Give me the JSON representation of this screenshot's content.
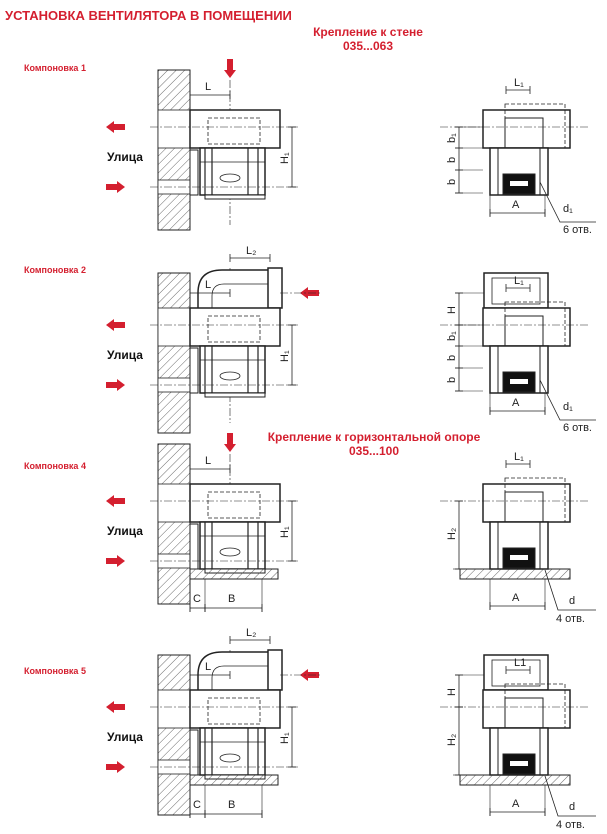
{
  "title": "УСТАНОВКА ВЕНТИЛЯТОРА В ПОМЕЩЕНИИ",
  "mounting": {
    "wall": {
      "title": "Крепление к стене",
      "range": "035...063"
    },
    "support": {
      "title": "Крепление к горизонтальной опоре",
      "range": "035...100"
    }
  },
  "colors": {
    "accent": "#d41f2f",
    "line": "#222222"
  },
  "sections": [
    {
      "label": "Компоновка 1",
      "street": "Улица",
      "type": "straight",
      "mount": "wall",
      "dims": {
        "L": "L",
        "H1": "H₁",
        "L1": "L₁",
        "b1": "b₁",
        "b": "b",
        "b_2": "b",
        "A": "A",
        "d": "d₁",
        "holes": "6 отв."
      }
    },
    {
      "label": "Компоновка 2",
      "street": "Улица",
      "type": "elbow",
      "mount": "wall",
      "dims": {
        "L": "L",
        "L2": "L₂",
        "H1": "H₁",
        "L1": "L₁",
        "H": "H",
        "b1": "b₁",
        "b": "b",
        "b_2": "b",
        "A": "A",
        "d": "d₁",
        "holes": "6 отв."
      }
    },
    {
      "label": "Компоновка 4",
      "street": "Улица",
      "type": "straight",
      "mount": "support",
      "dims": {
        "L": "L",
        "H1": "H₁",
        "C": "C",
        "B": "B",
        "L1": "L₁",
        "H2": "H₂",
        "A": "A",
        "d": "d",
        "holes": "4 отв."
      }
    },
    {
      "label": "Компоновка 5",
      "street": "Улица",
      "type": "elbow",
      "mount": "support",
      "dims": {
        "L": "L",
        "L2": "L₂",
        "H1": "H₁",
        "C": "C",
        "B": "B",
        "L1": "L1",
        "H": "H",
        "H2": "H₂",
        "A": "A",
        "d": "d",
        "holes": "4 отв."
      }
    }
  ]
}
